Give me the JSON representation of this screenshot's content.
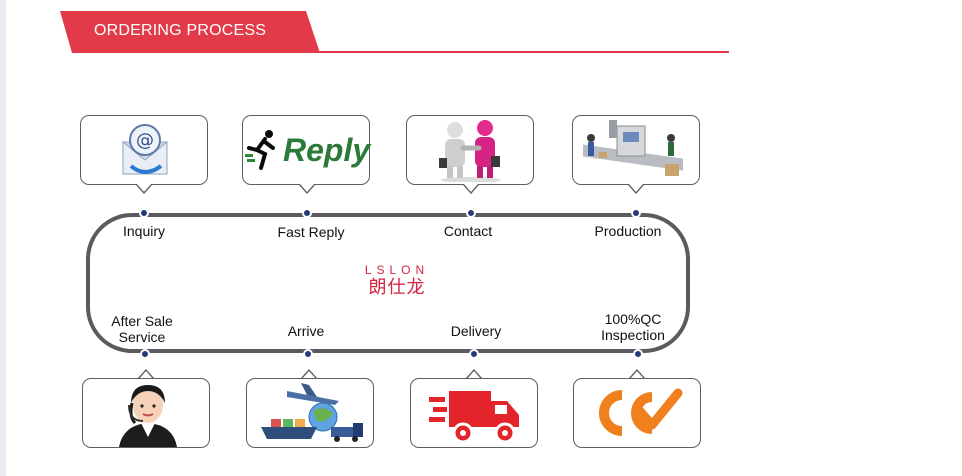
{
  "header": {
    "title": "ORDERING PROCESS"
  },
  "steps_top": [
    {
      "label": "Inquiry",
      "icon": "email-at-icon"
    },
    {
      "label": "Fast Reply",
      "icon": "reply-runner-icon",
      "image_text": "Reply"
    },
    {
      "label": "Contact",
      "icon": "handshake-icon"
    },
    {
      "label": "Production",
      "icon": "factory-line-icon"
    }
  ],
  "steps_bottom": [
    {
      "label_line1": "After Sale",
      "label_line2": "Service",
      "icon": "customer-service-icon"
    },
    {
      "label": "Arrive",
      "icon": "airplane-ship-truck-icon"
    },
    {
      "label": "Delivery",
      "icon": "delivery-truck-icon"
    },
    {
      "label_line1": "100%QC",
      "label_line2": "Inspection",
      "icon": "qc-check-icon"
    }
  ],
  "logo": {
    "latin": "LSLON",
    "cn": "朗仕龙"
  },
  "colors": {
    "accent": "#e23a48",
    "loop": "#5b5b5f",
    "dot": "#243a7a",
    "logo": "#d4253f"
  }
}
